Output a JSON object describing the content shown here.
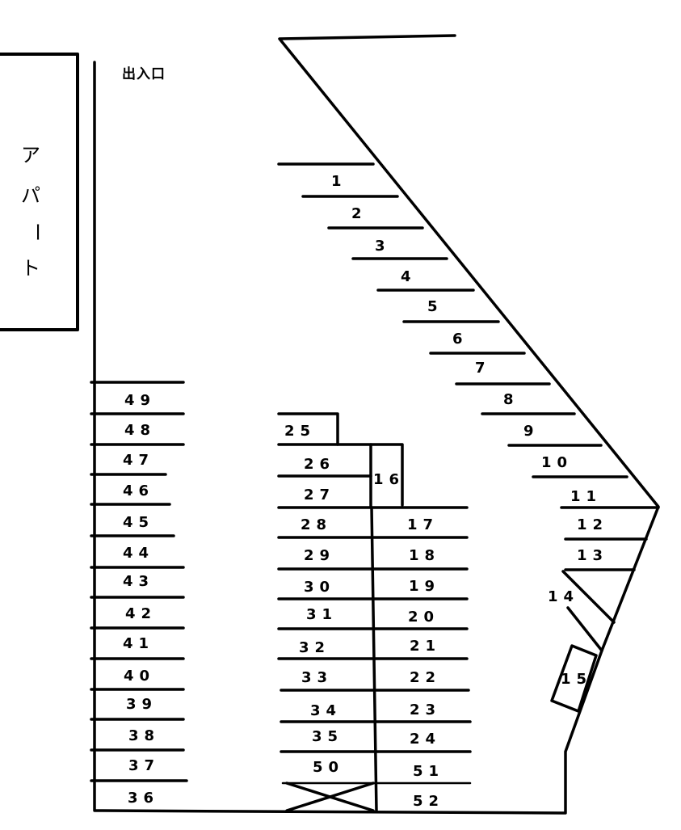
{
  "building": {
    "label_chars": [
      "ア",
      "パ",
      "ー",
      "ト"
    ]
  },
  "entrance": {
    "label": "出入口"
  },
  "stalls": {
    "s1": "1",
    "s2": "2",
    "s3": "3",
    "s4": "4",
    "s5": "5",
    "s6": "6",
    "s7": "7",
    "s8": "8",
    "s9": "9",
    "s10": "10",
    "s11": "11",
    "s12": "12",
    "s13": "13",
    "s14": "14",
    "s15": "15",
    "s16": "16",
    "s17": "17",
    "s18": "18",
    "s19": "19",
    "s20": "20",
    "s21": "21",
    "s22": "22",
    "s23": "23",
    "s24": "24",
    "s25": "25",
    "s26": "26",
    "s27": "27",
    "s28": "28",
    "s29": "29",
    "s30": "30",
    "s31": "31",
    "s32": "32",
    "s33": "33",
    "s34": "34",
    "s35": "35",
    "s36": "36",
    "s37": "37",
    "s38": "38",
    "s39": "39",
    "s40": "40",
    "s41": "41",
    "s42": "42",
    "s43": "43",
    "s44": "44",
    "s45": "45",
    "s46": "46",
    "s47": "47",
    "s48": "48",
    "s49": "49",
    "s50": "50",
    "s51": "51",
    "s52": "52"
  },
  "line_color": "#000000"
}
